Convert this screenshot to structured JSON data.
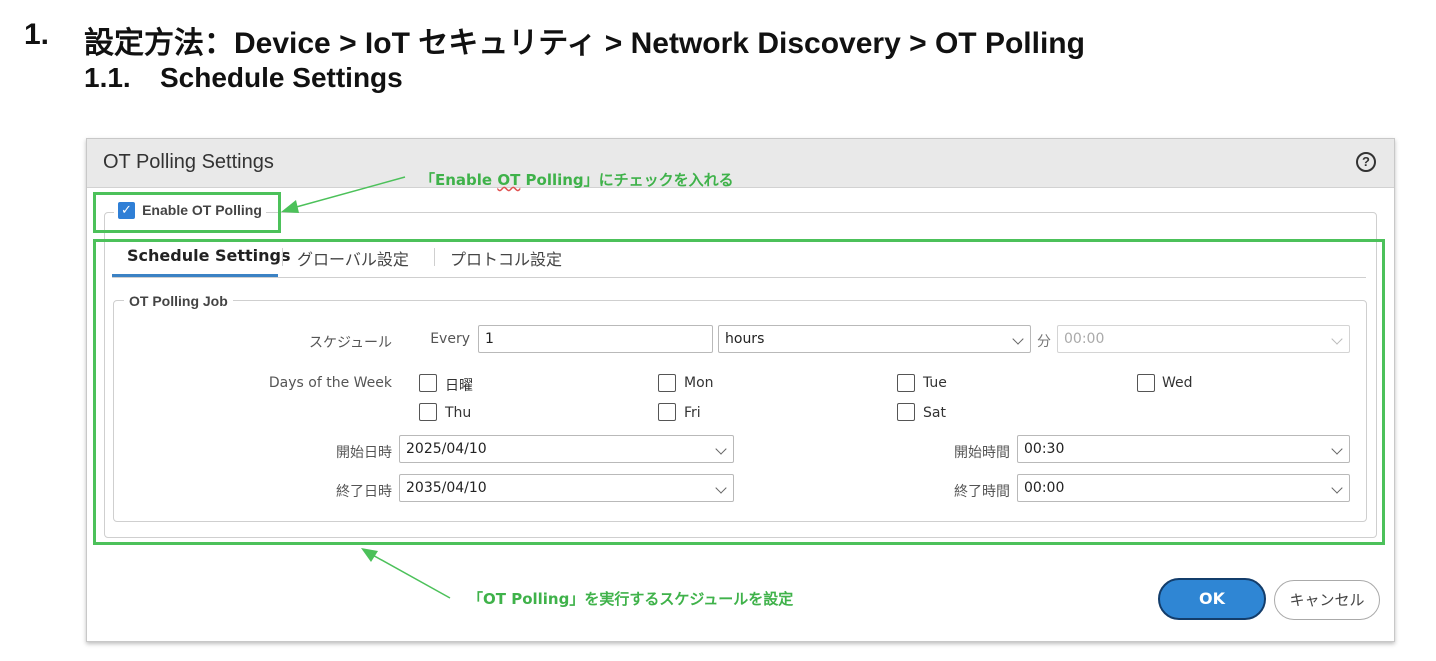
{
  "doc": {
    "h1_num": "1.",
    "h1_text": "設定方法：Device > IoT セキュリティ > Network Discovery > OT Polling",
    "h2_num": "1.1.",
    "h2_text": "Schedule Settings"
  },
  "dialog": {
    "title": "OT Polling Settings",
    "help": "?",
    "enable_label": "Enable OT Polling",
    "enable_checked": true,
    "tabs": [
      "Schedule Settings",
      "グローバル設定",
      "プロトコル設定"
    ],
    "job_legend": "OT Polling Job",
    "schedule": {
      "label": "スケジュール",
      "every_label": "Every",
      "every_value": "1",
      "unit_value": "hours",
      "min_label": "分",
      "min_value": "00:00"
    },
    "days": {
      "label": "Days of the Week",
      "items": [
        "日曜",
        "Mon",
        "Tue",
        "Wed",
        "Thu",
        "Fri",
        "Sat"
      ]
    },
    "start_date": {
      "label": "開始日時",
      "value": "2025/04/10"
    },
    "end_date": {
      "label": "終了日時",
      "value": "2035/04/10"
    },
    "start_time": {
      "label": "開始時間",
      "value": "00:30"
    },
    "end_time": {
      "label": "終了時間",
      "value": "00:00"
    },
    "ok": "OK",
    "cancel": "キャンセル"
  },
  "annotations": {
    "top_prefix": "「Enable ",
    "top_underlined": "OT",
    "top_suffix": " Polling」にチェックを入れる",
    "bottom": "「OT Polling」を実行するスケジュールを設定"
  },
  "colors": {
    "annotation_green": "#4cc15a",
    "primary_blue": "#2f86d4"
  }
}
